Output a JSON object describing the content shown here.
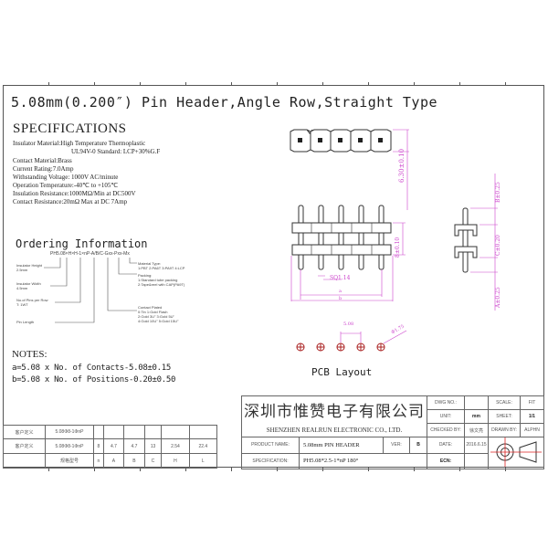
{
  "drawing": {
    "title": "5.08mm(0.200″) Pin Header,Angle Row,Straight Type",
    "specifications": {
      "heading": "SPECIFICATIONS",
      "lines": [
        "Insulator Material:High Temperature Thermoplastic",
        "UL94V-0 Standard: LCP+30%G.F",
        "Contact Material:Brass",
        "Current Rating:7.0Amp",
        "Withstanding Voltage: 1000V AC/minute",
        "Operation Temperature:-40℃ to +105℃",
        "Insulation Resistance:1000MΩ/Min at DC500V",
        "Contact Resistance:20mΩ Max at DC 7Amp"
      ]
    },
    "ordering": {
      "heading": "Ordering Information",
      "code": "PH5.08×H×H-1×nP-A/B/C-Gxx-Pxx-Mx",
      "labels": {
        "insulator_height": [
          "Insulator Height",
          "2.5mm"
        ],
        "insulator_width": [
          "Insulator Width",
          "4.5mm"
        ],
        "pins_per_row": [
          "No.of Pins per Row",
          "T: 1WT"
        ],
        "pin_length": [
          "Pin Length"
        ],
        "material_type": [
          "Material Type:",
          "1:PBT 2:PA6T 3:PA9T 4:LCP"
        ],
        "packing": [
          "Packing:",
          "1:Standard tube packing",
          "2:Tape&reel with CAP(PA9T)"
        ],
        "contact_plated": [
          "Contact Plated",
          "0:Tin      1:Gold Flash",
          "2:Gold 3U\"  3:Gold 5U\"",
          "4:Gold 10U\"  5:Gold 15U\""
        ]
      }
    },
    "notes": {
      "heading": "NOTES:",
      "lines": [
        "a=5.08 x No. of Contacts-5.08±0.15",
        "b=5.08 x No. of Positions-0.20±0.50"
      ]
    },
    "dimensions": {
      "top_view_height": "6.30±0.10",
      "front_insulator": "8±0.10",
      "pin_size": "SQ1.14",
      "a": "a",
      "b": "b",
      "side_b": "B±0.25",
      "side_c": "C±0.20",
      "side_a": "A±0.25",
      "pitch": "5.08",
      "hole_dia": "Φ1.75"
    },
    "pcb_label": "PCB Layout"
  },
  "left_table": {
    "rows": [
      [
        "客户定义",
        "5.08Φ8-1ΦnP",
        "",
        "",
        "",
        "",
        "",
        ""
      ],
      [
        "客户定义",
        "5.08Φ8-1ΦnP",
        "8",
        "4.7",
        "4.7",
        "13",
        "2.54",
        "22.4"
      ],
      [
        "",
        "规格型号",
        "n",
        "A",
        "B",
        "C",
        "H",
        "L"
      ]
    ]
  },
  "title_block": {
    "company_cn": "深圳市惟赞电子有限公司",
    "company_en": "SHENZHEN REALRUN ELECTRONIC CO., LTD.",
    "dwg_no_label": "DWG NO.:",
    "dwg_no_value": "",
    "scale_label": "SCALE:",
    "scale_value": "FIT",
    "unit_label": "UNIT:",
    "unit_value": "mm",
    "sheet_label": "SHEET:",
    "sheet_value": "1/1",
    "checked_label": "CHECKED BY:",
    "checked_value": "徐文亮",
    "drawn_label": "DRAWN BY:",
    "drawn_value": "ALPHN",
    "product_name_label": "PRODUCT NAME:",
    "product_name_value": "5.08mm PIN HEADER",
    "ver_label": "VER:",
    "ver_value": "B",
    "date_label": "DATE:",
    "date_value": "2016.6.15",
    "spec_label": "SPECIFICATION:",
    "spec_value": "PH5.08*2.5-1*nP 180°",
    "ecn_label": "ECN:"
  },
  "colors": {
    "dimension": "#cc44cc",
    "pcb_mark": "#dd2222",
    "line": "#333333"
  }
}
